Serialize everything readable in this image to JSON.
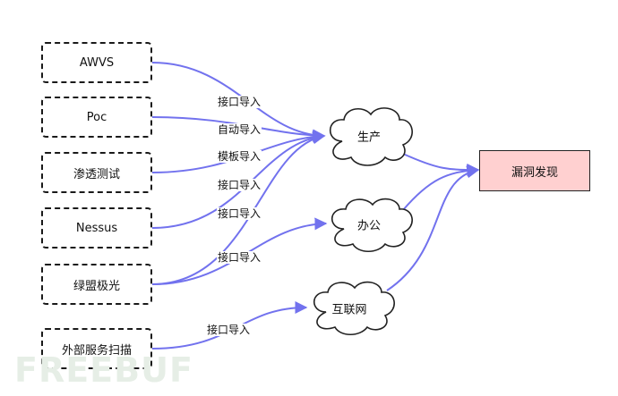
{
  "sources": [
    "AWVS",
    "Poc",
    "渗透测试",
    "Nessus",
    "绿盟极光",
    "外部服务扫描"
  ],
  "clouds": [
    "生产",
    "办公",
    "互联网"
  ],
  "target": "漏洞发现",
  "edge_labels": [
    "接口导入",
    "自动导入",
    "模板导入",
    "接口导入",
    "接口导入",
    "接口导入",
    "接口导入"
  ],
  "colors": {
    "edge": "#7272ee",
    "target_fill": "#ffd0d0"
  },
  "watermark": "FREEBUF"
}
